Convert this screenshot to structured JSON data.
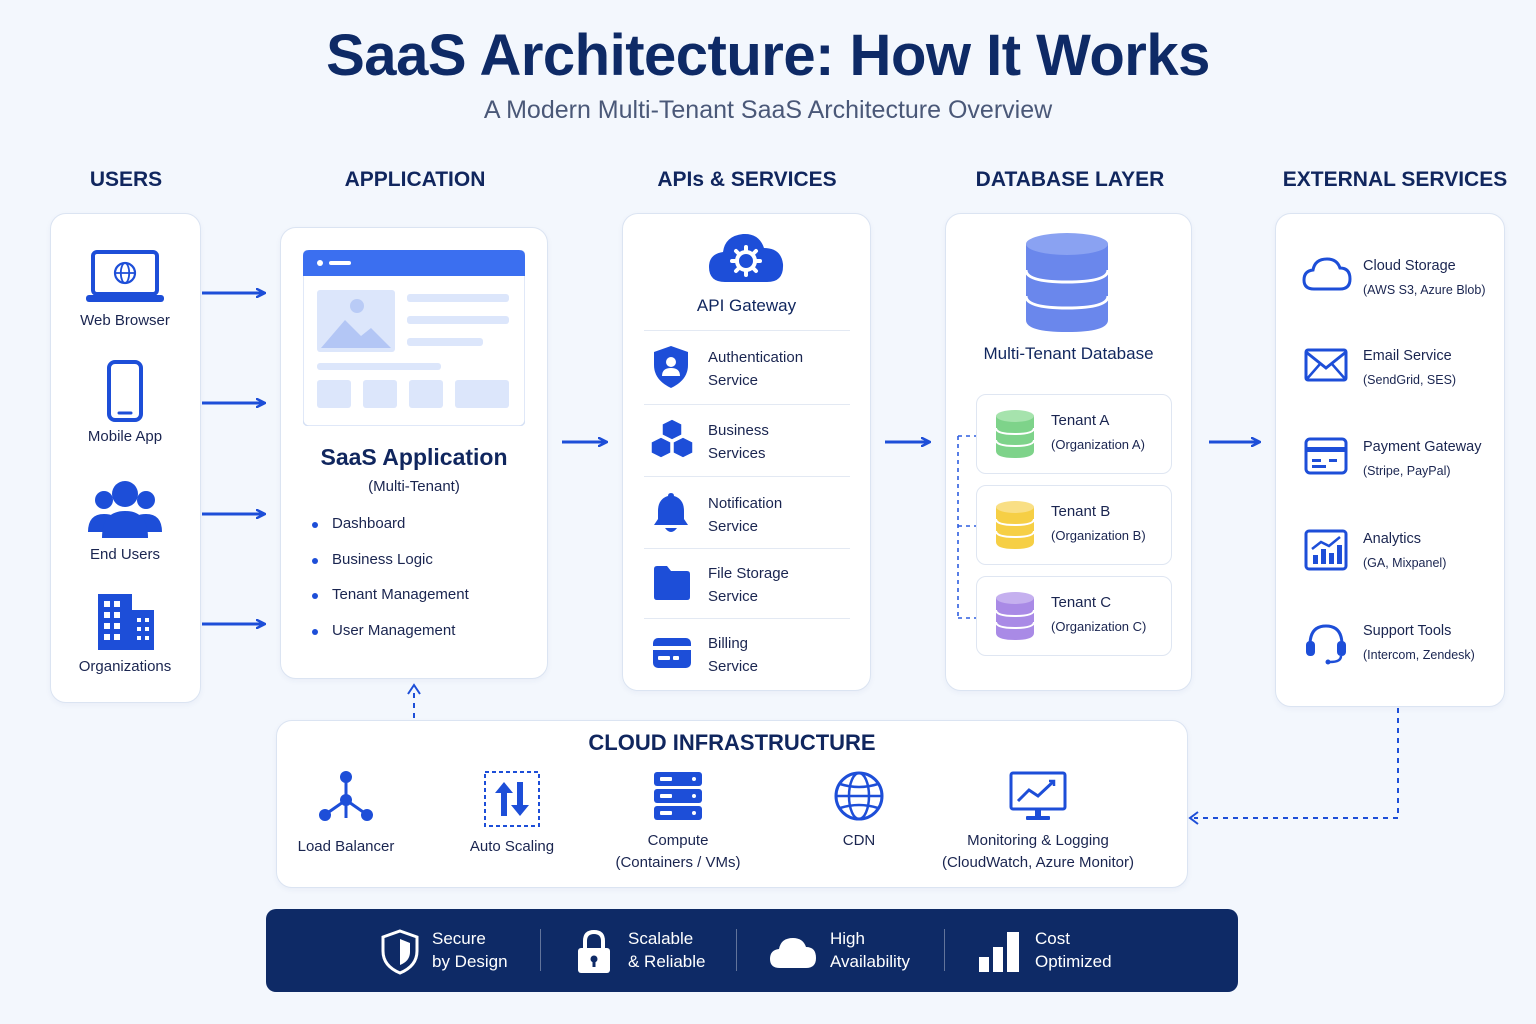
{
  "header": {
    "title": "SaaS Architecture: How It Works",
    "subtitle": "A Modern Multi-Tenant SaaS Architecture Overview"
  },
  "columns": {
    "users": "USERS",
    "application": "APPLICATION",
    "apis": "APIs & SERVICES",
    "database": "DATABASE LAYER",
    "external": "EXTERNAL SERVICES"
  },
  "users": [
    {
      "label": "Web Browser",
      "icon": "laptop-globe-icon"
    },
    {
      "label": "Mobile App",
      "icon": "smartphone-icon"
    },
    {
      "label": "End Users",
      "icon": "users-group-icon"
    },
    {
      "label": "Organizations",
      "icon": "office-building-icon"
    }
  ],
  "application": {
    "title": "SaaS Application",
    "subtitle": "(Multi-Tenant)",
    "features": [
      "Dashboard",
      "Business Logic",
      "Tenant Management",
      "User Management"
    ]
  },
  "apis": {
    "gateway": "API Gateway",
    "services": [
      {
        "line1": "Authentication",
        "line2": "Service",
        "icon": "shield-user-icon"
      },
      {
        "line1": "Business",
        "line2": "Services",
        "icon": "cubes-icon"
      },
      {
        "line1": "Notification",
        "line2": "Service",
        "icon": "bell-icon"
      },
      {
        "line1": "File Storage",
        "line2": "Service",
        "icon": "folder-icon"
      },
      {
        "line1": "Billing",
        "line2": "Service",
        "icon": "credit-card-icon"
      }
    ]
  },
  "database": {
    "title": "Multi-Tenant Database",
    "tenants": [
      {
        "name": "Tenant A",
        "org": "(Organization A)",
        "color": "#7ed38a"
      },
      {
        "name": "Tenant B",
        "org": "(Organization B)",
        "color": "#f6cf45"
      },
      {
        "name": "Tenant C",
        "org": "(Organization C)",
        "color": "#a98ae6"
      }
    ]
  },
  "external": [
    {
      "name": "Cloud Storage",
      "detail": "(AWS S3, Azure Blob)",
      "icon": "cloud-icon"
    },
    {
      "name": "Email Service",
      "detail": "(SendGrid, SES)",
      "icon": "envelope-icon"
    },
    {
      "name": "Payment Gateway",
      "detail": "(Stripe, PayPal)",
      "icon": "payment-card-icon"
    },
    {
      "name": "Analytics",
      "detail": "(GA, Mixpanel)",
      "icon": "analytics-chart-icon"
    },
    {
      "name": "Support Tools",
      "detail": "(Intercom, Zendesk)",
      "icon": "headset-icon"
    }
  ],
  "infrastructure": {
    "title": "CLOUD INFRASTRUCTURE",
    "items": [
      {
        "line1": "Load Balancer",
        "line2": "",
        "icon": "load-balancer-icon"
      },
      {
        "line1": "Auto Scaling",
        "line2": "",
        "icon": "auto-scaling-icon"
      },
      {
        "line1": "Compute",
        "line2": "(Containers / VMs)",
        "icon": "server-stack-icon"
      },
      {
        "line1": "CDN",
        "line2": "",
        "icon": "globe-icon"
      },
      {
        "line1": "Monitoring & Logging",
        "line2": "(CloudWatch, Azure Monitor)",
        "icon": "monitor-chart-icon"
      }
    ]
  },
  "footer": [
    {
      "line1": "Secure",
      "line2": "by Design",
      "icon": "shield-icon"
    },
    {
      "line1": "Scalable",
      "line2": "& Reliable",
      "icon": "lock-icon"
    },
    {
      "line1": "High",
      "line2": "Availability",
      "icon": "cloud-icon"
    },
    {
      "line1": "Cost",
      "line2": "Optimized",
      "icon": "bar-chart-icon"
    }
  ],
  "colors": {
    "accent": "#1d4ed8",
    "title": "#0e2a66",
    "footer_bg": "#0e2a66",
    "panel_border": "#dbe4f2"
  }
}
